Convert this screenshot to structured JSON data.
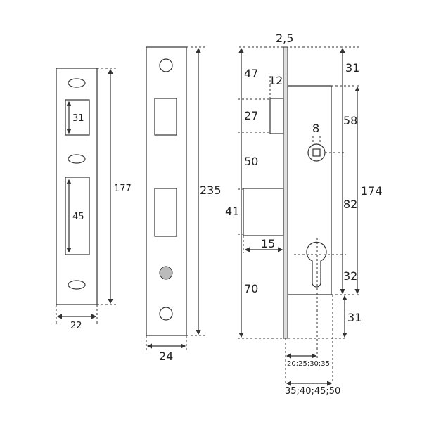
{
  "strike_plate": {
    "height": "177",
    "width": "22",
    "cutout_top": "31",
    "cutout_bottom": "45"
  },
  "faceplate": {
    "height": "235",
    "width": "24"
  },
  "lock_body": {
    "faceplate_thickness": "2,5",
    "top_to_latch": "47",
    "latch_height": "27",
    "latch_projection": "12",
    "latch_to_bolt": "50",
    "bolt_height": "41",
    "bolt_projection": "15",
    "bolt_to_bottom": "70",
    "top_offset": "31",
    "top_to_spindle": "58",
    "spindle_square": "8",
    "spindle_to_cylinder": "82",
    "cylinder_to_bottom": "32",
    "case_height": "174",
    "bottom_offset": "31",
    "backset": "20;25;30;35",
    "case_depth": "35;40;45;50"
  }
}
